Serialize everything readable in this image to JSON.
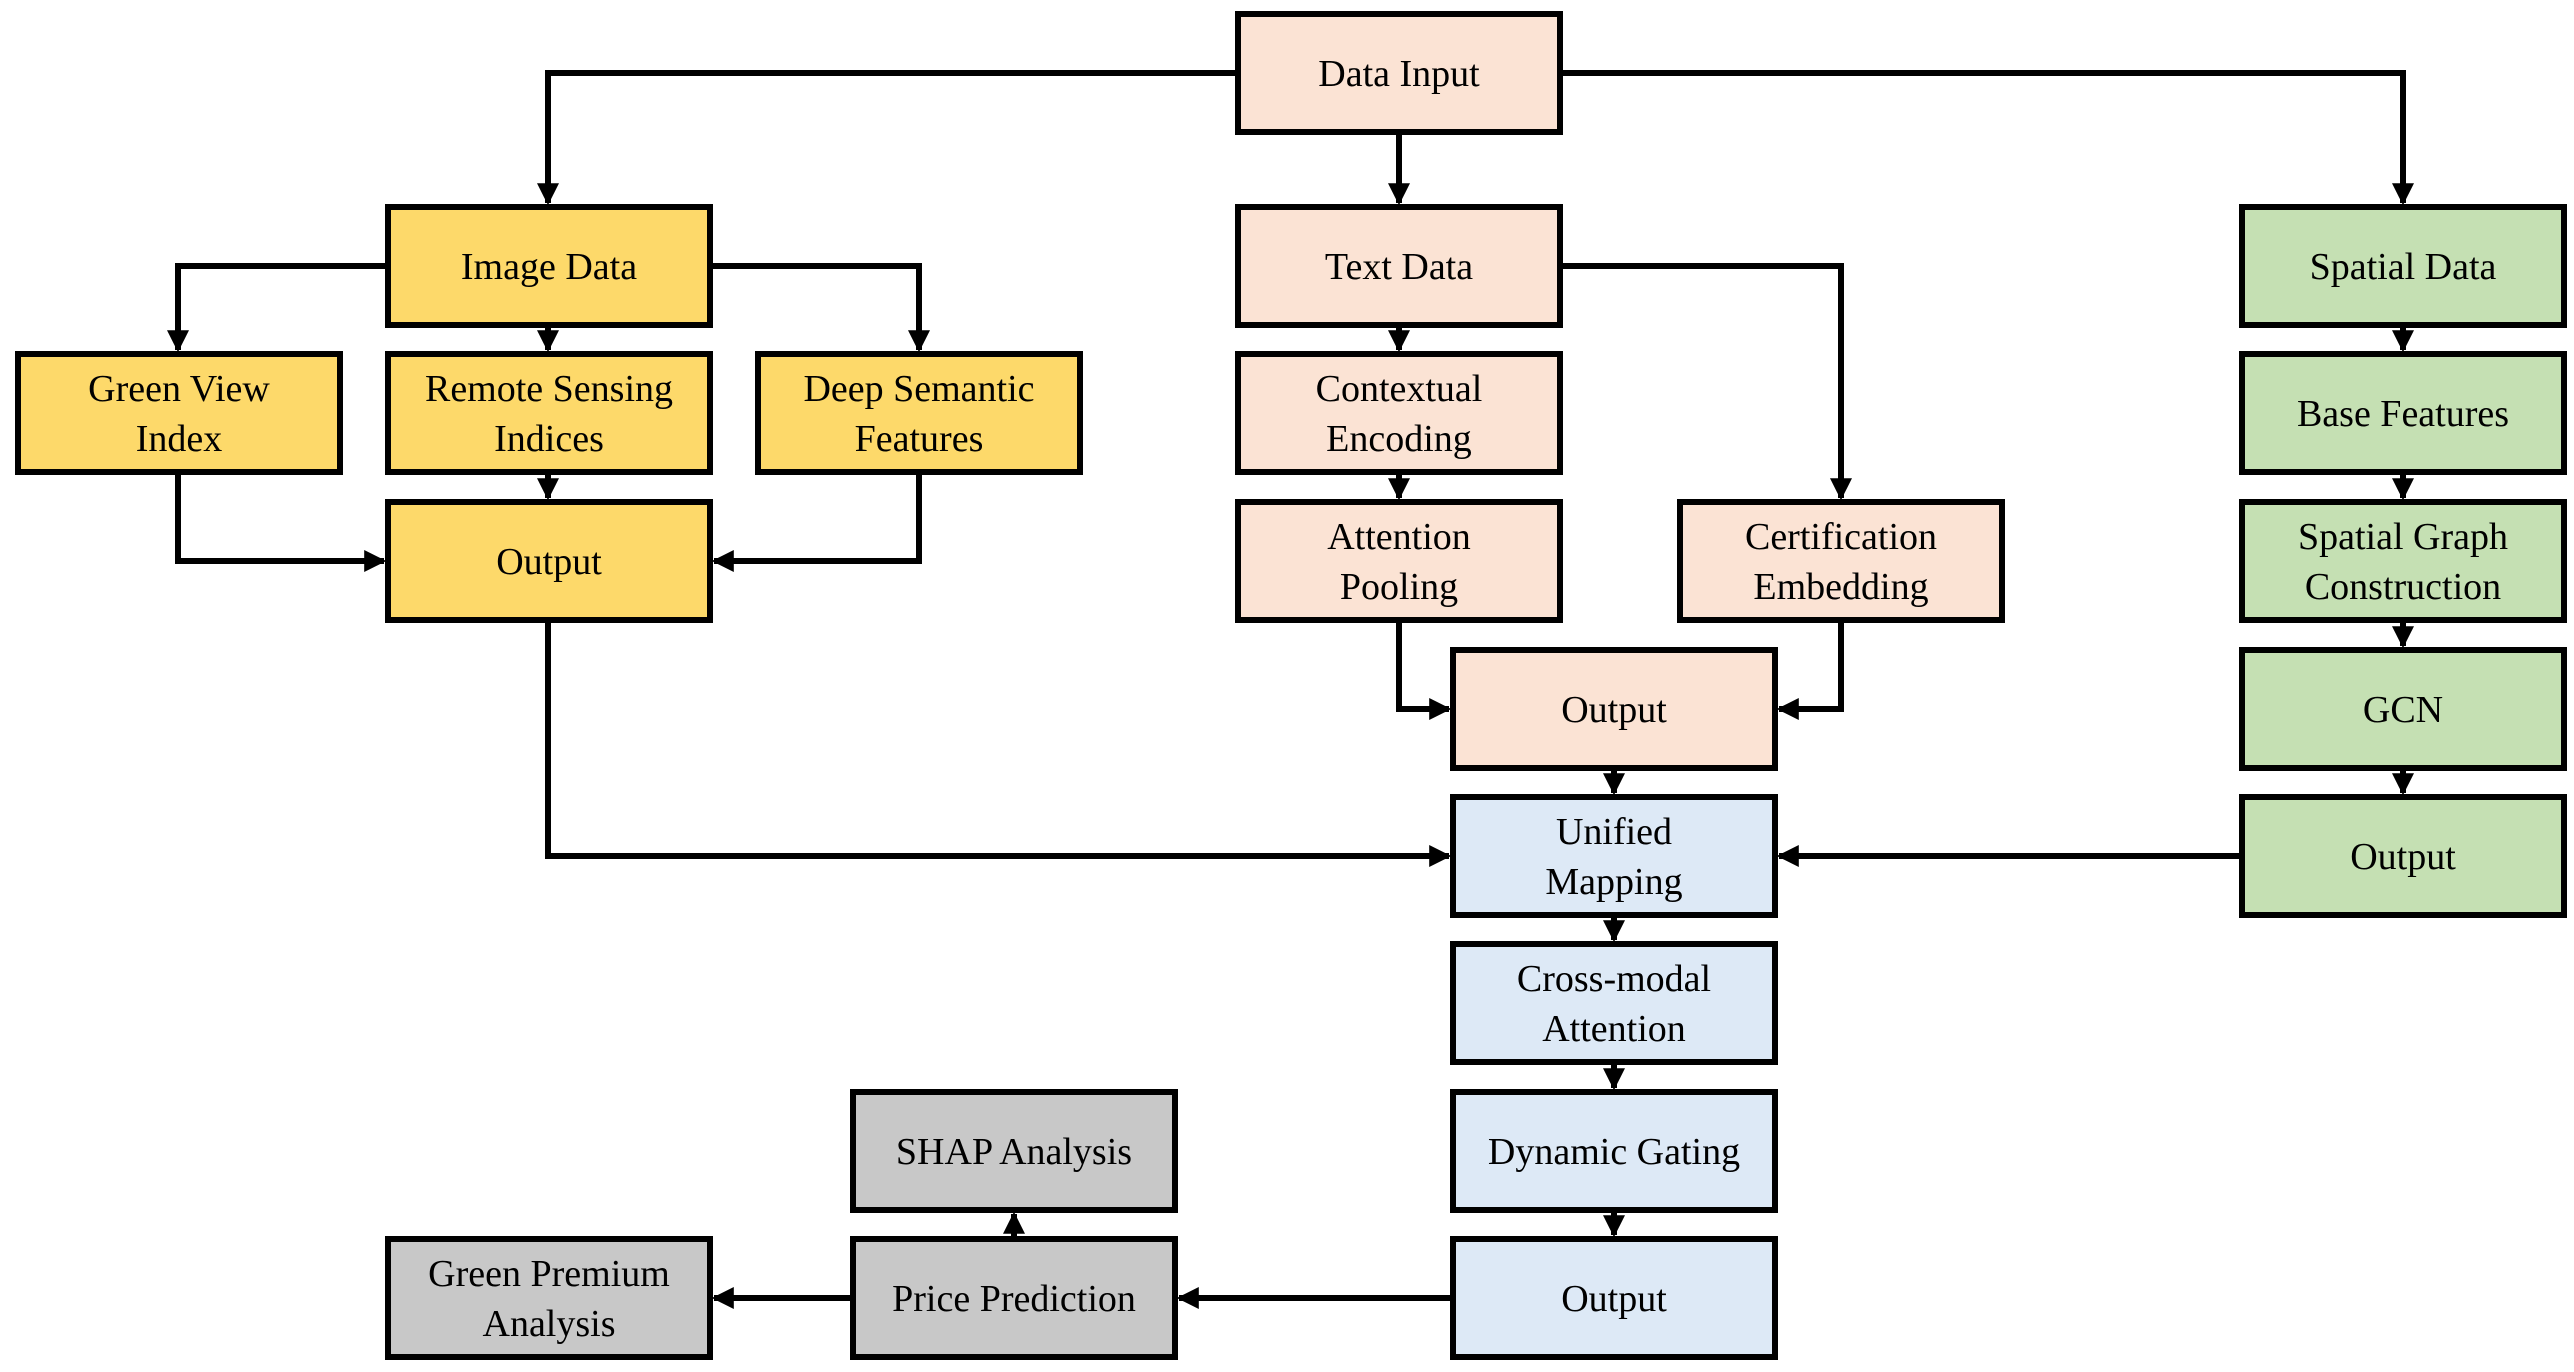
{
  "colors": {
    "input": "#fbe3d4",
    "image": "#fdd96a",
    "text": "#fbe3d4",
    "spatial": "#c5e0b3",
    "fusion": "#dde9f6",
    "prediction": "#c8c8c8",
    "stroke": "#000000"
  },
  "nodes": {
    "data_input": {
      "lines": [
        "Data Input"
      ],
      "group": "input"
    },
    "image_data": {
      "lines": [
        "Image Data"
      ],
      "group": "image"
    },
    "green_view_index": {
      "lines": [
        "Green View",
        "Index"
      ],
      "group": "image"
    },
    "remote_sensing_indices": {
      "lines": [
        "Remote Sensing",
        "Indices"
      ],
      "group": "image"
    },
    "deep_semantic_features": {
      "lines": [
        "Deep Semantic",
        "Features"
      ],
      "group": "image"
    },
    "image_output": {
      "lines": [
        "Output"
      ],
      "group": "image"
    },
    "text_data": {
      "lines": [
        "Text Data"
      ],
      "group": "text"
    },
    "contextual_encoding": {
      "lines": [
        "Contextual",
        "Encoding"
      ],
      "group": "text"
    },
    "attention_pooling": {
      "lines": [
        "Attention",
        "Pooling"
      ],
      "group": "text"
    },
    "certification_embedding": {
      "lines": [
        "Certification",
        "Embedding"
      ],
      "group": "text"
    },
    "text_output": {
      "lines": [
        "Output"
      ],
      "group": "text"
    },
    "spatial_data": {
      "lines": [
        "Spatial Data"
      ],
      "group": "spatial"
    },
    "base_features": {
      "lines": [
        "Base Features"
      ],
      "group": "spatial"
    },
    "spatial_graph_construction": {
      "lines": [
        "Spatial Graph",
        "Construction"
      ],
      "group": "spatial"
    },
    "gcn": {
      "lines": [
        "GCN"
      ],
      "group": "spatial"
    },
    "spatial_output": {
      "lines": [
        "Output"
      ],
      "group": "spatial"
    },
    "unified_mapping": {
      "lines": [
        "Unified",
        "Mapping"
      ],
      "group": "fusion"
    },
    "cross_modal_attention": {
      "lines": [
        "Cross-modal",
        "Attention"
      ],
      "group": "fusion"
    },
    "dynamic_gating": {
      "lines": [
        "Dynamic Gating"
      ],
      "group": "fusion"
    },
    "fusion_output": {
      "lines": [
        "Output"
      ],
      "group": "fusion"
    },
    "price_prediction": {
      "lines": [
        "Price Prediction"
      ],
      "group": "prediction"
    },
    "shap_analysis": {
      "lines": [
        "SHAP Analysis"
      ],
      "group": "prediction"
    },
    "green_premium_analysis": {
      "lines": [
        "Green Premium",
        "Analysis"
      ],
      "group": "prediction"
    }
  }
}
